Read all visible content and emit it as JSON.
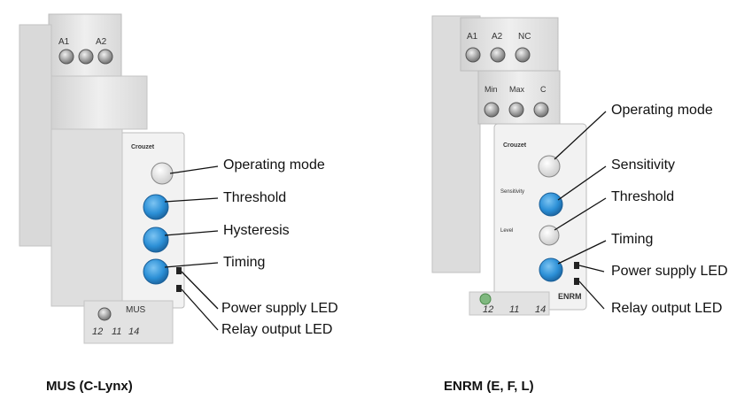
{
  "devices": [
    {
      "caption": "MUS (C-Lynx)",
      "brand": "Crouzet",
      "model": "MUS",
      "top_terminals": [
        "A1",
        "A2"
      ],
      "bottom_terminals": [
        "12",
        "11",
        "14"
      ],
      "callouts": [
        "Operating mode",
        "Threshold",
        "Hysteresis",
        "Timing",
        "Power supply LED",
        "Relay output LED"
      ]
    },
    {
      "caption": "ENRM (E, F, L)",
      "brand": "Crouzet",
      "model": "ENRM",
      "top_terminals": [
        "A1",
        "A2",
        "NC"
      ],
      "mid_terminals": [
        "Min",
        "Max",
        "C"
      ],
      "bottom_terminals": [
        "12",
        "11",
        "14"
      ],
      "dial_labels": [
        "Sensitivity",
        "Level"
      ],
      "callouts": [
        "Operating mode",
        "Sensitivity",
        "Threshold",
        "Timing",
        "Power supply LED",
        "Relay output LED"
      ]
    }
  ],
  "colors": {
    "dial_blue": "#2b8fd6",
    "dial_white": "#f4f4f4",
    "housing": "#e6e6e6",
    "led": "#222222"
  }
}
